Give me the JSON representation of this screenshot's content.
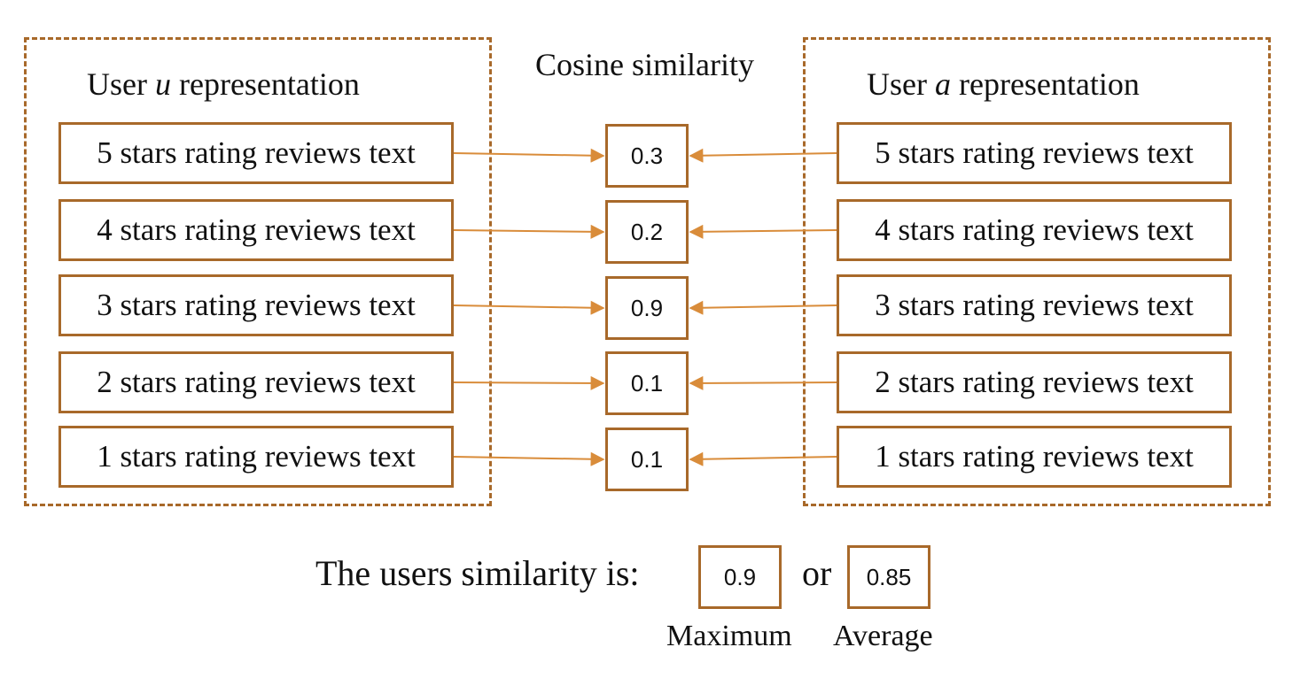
{
  "user_u": {
    "title_prefix": "User ",
    "title_var": "u",
    "title_suffix": " representation"
  },
  "user_a": {
    "title_prefix": "User ",
    "title_var": "a",
    "title_suffix": " representation"
  },
  "cosine_title": "Cosine similarity",
  "rows": [
    {
      "u_text": "5 stars rating reviews text",
      "score": "0.3",
      "a_text": "5 stars rating reviews text"
    },
    {
      "u_text": "4 stars rating reviews text",
      "score": "0.2",
      "a_text": "4 stars rating reviews text"
    },
    {
      "u_text": "3 stars rating reviews text",
      "score": "0.9",
      "a_text": "3 stars rating reviews text"
    },
    {
      "u_text": "2 stars rating reviews text",
      "score": "0.1",
      "a_text": "2 stars rating reviews text"
    },
    {
      "u_text": "1 stars rating reviews text",
      "score": "0.1",
      "a_text": "1 stars rating reviews text"
    }
  ],
  "summary": {
    "label": "The users similarity is:",
    "max_value": "0.9",
    "or_label": "or",
    "avg_value": "0.85",
    "max_caption": "Maximum",
    "avg_caption": "Average"
  },
  "colors": {
    "border": "#a8692a",
    "arrow": "#d98c3a"
  }
}
